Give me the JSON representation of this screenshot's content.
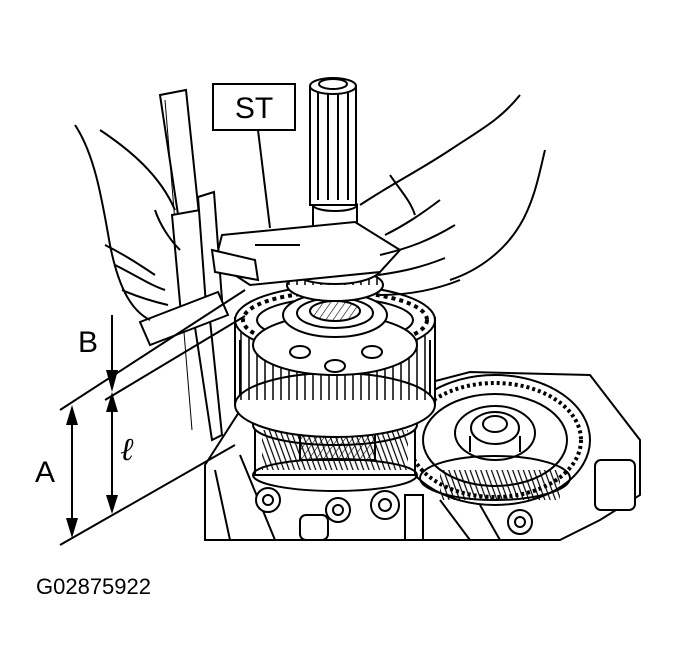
{
  "labels": {
    "st": "ST",
    "b": "B",
    "a": "A",
    "ell": "ℓ",
    "figure_code": "G02875922"
  },
  "colors": {
    "ink": "#000000",
    "paper": "#ffffff"
  }
}
